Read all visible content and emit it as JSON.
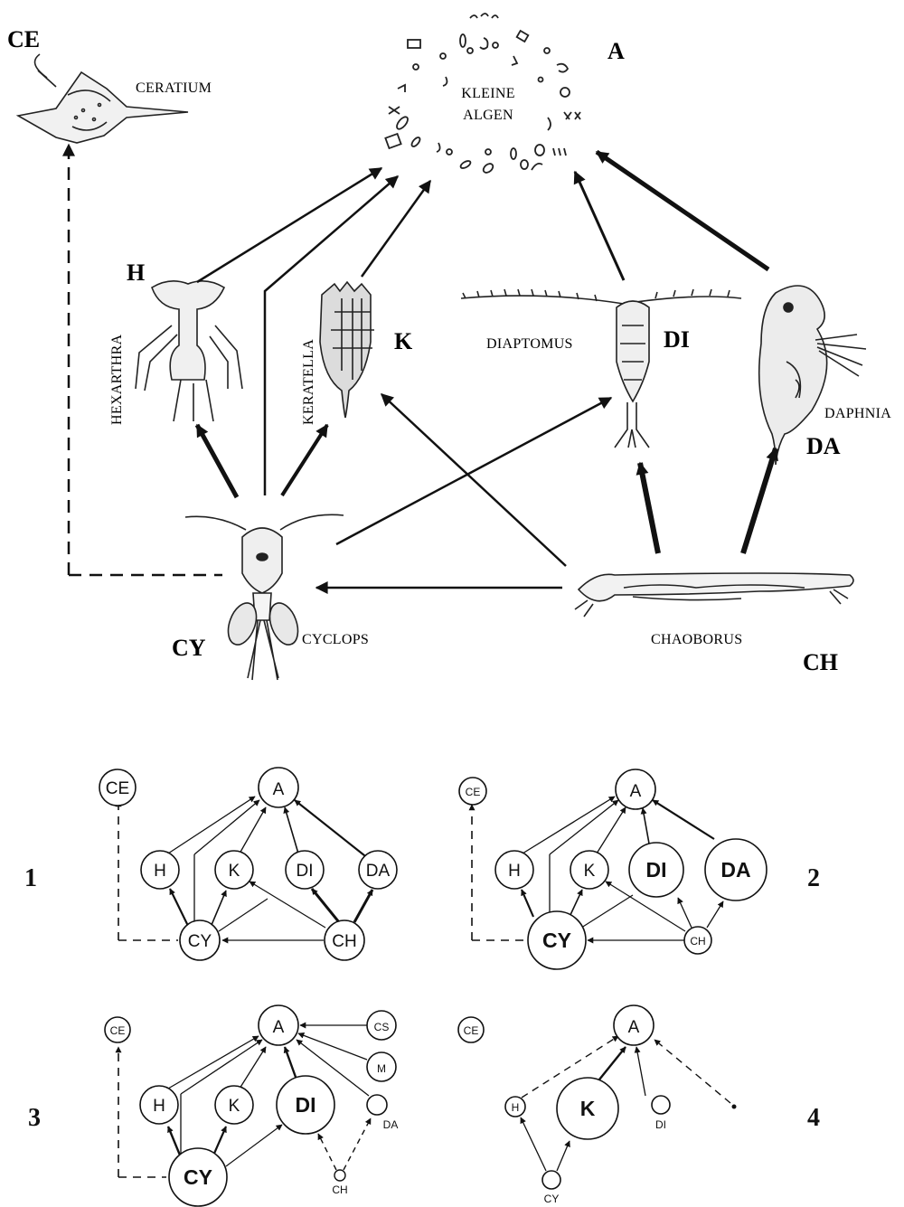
{
  "food_web": {
    "labels": {
      "ce_code": "CE",
      "ceratium": "CERATIUM",
      "a_code": "A",
      "algen_1": "KLEINE",
      "algen_2": "ALGEN",
      "h_code": "H",
      "hexarthra": "HEXARTHRA",
      "keratella": "KERATELLA",
      "k_code": "K",
      "diaptomus": "DIAPTOMUS",
      "di_code": "DI",
      "daphnia": "DAPHNIA",
      "da_code": "DA",
      "cy_code": "CY",
      "cyclops": "CYCLOPS",
      "chaoborus": "CHAOBORUS",
      "ch_code": "CH"
    }
  },
  "panels": [
    {
      "number": "1",
      "nodes": {
        "ce": "CE",
        "a": "A",
        "h": "H",
        "k": "K",
        "di": "DI",
        "da": "DA",
        "cy": "CY",
        "ch": "CH"
      }
    },
    {
      "number": "2",
      "nodes": {
        "ce": "CE",
        "a": "A",
        "h": "H",
        "k": "K",
        "di": "DI",
        "da": "DA",
        "cy": "CY",
        "ch": "CH"
      }
    },
    {
      "number": "3",
      "nodes": {
        "ce": "CE",
        "a": "A",
        "cs": "CS",
        "m": "M",
        "h": "H",
        "k": "K",
        "di": "DI",
        "da": "DA",
        "cy": "CY",
        "ch": "CH"
      }
    },
    {
      "number": "4",
      "nodes": {
        "ce": "CE",
        "a": "A",
        "h": "H",
        "k": "K",
        "di": "DI",
        "cy": "CY"
      }
    }
  ]
}
